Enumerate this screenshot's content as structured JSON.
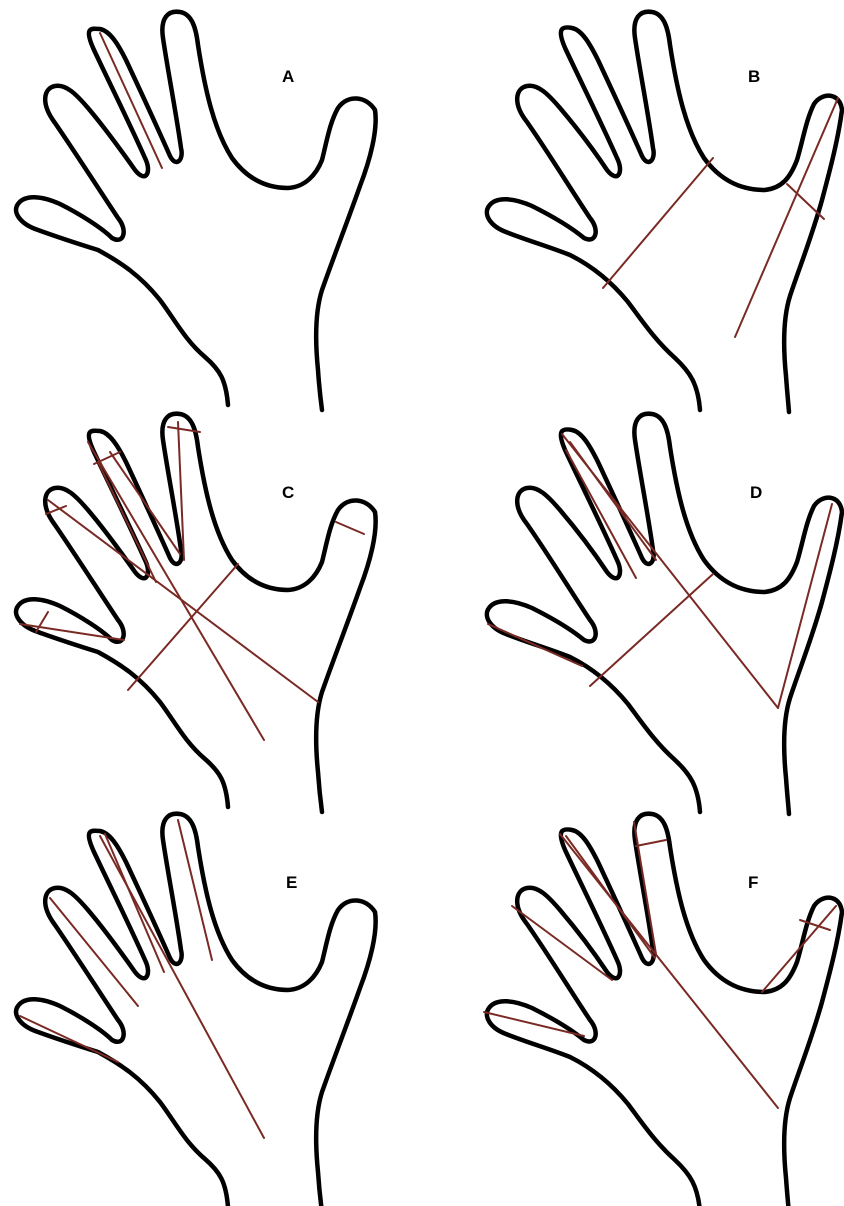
{
  "figure": {
    "line_color": "#7a2a24",
    "outline_color": "#000000",
    "panels": [
      {
        "label": "A"
      },
      {
        "label": "B"
      },
      {
        "label": "C"
      },
      {
        "label": "D"
      },
      {
        "label": "E"
      },
      {
        "label": "F"
      }
    ]
  }
}
